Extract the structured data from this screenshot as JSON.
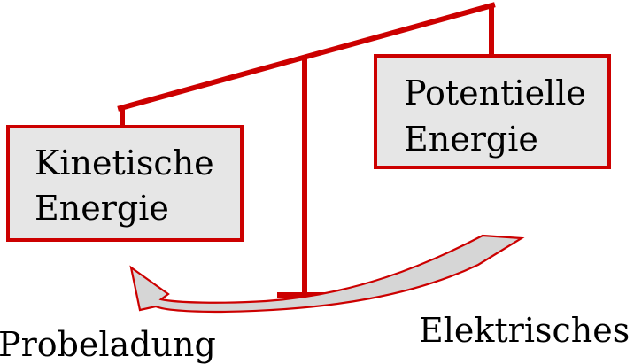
{
  "colors": {
    "structure": "#cc0000",
    "box_fill": "#e6e6e6",
    "box_stroke": "#cc0000",
    "arrow_fill": "#d6d6d6",
    "arrow_stroke": "#cc0000",
    "text": "#000000"
  },
  "left_box": {
    "line1": "Kinetische",
    "line2": "Energie"
  },
  "right_box": {
    "line1": "Potentielle",
    "line2": "Energie"
  },
  "labels": {
    "bottom_left": "Probeladung",
    "bottom_right": "Elektrisches Feld"
  }
}
